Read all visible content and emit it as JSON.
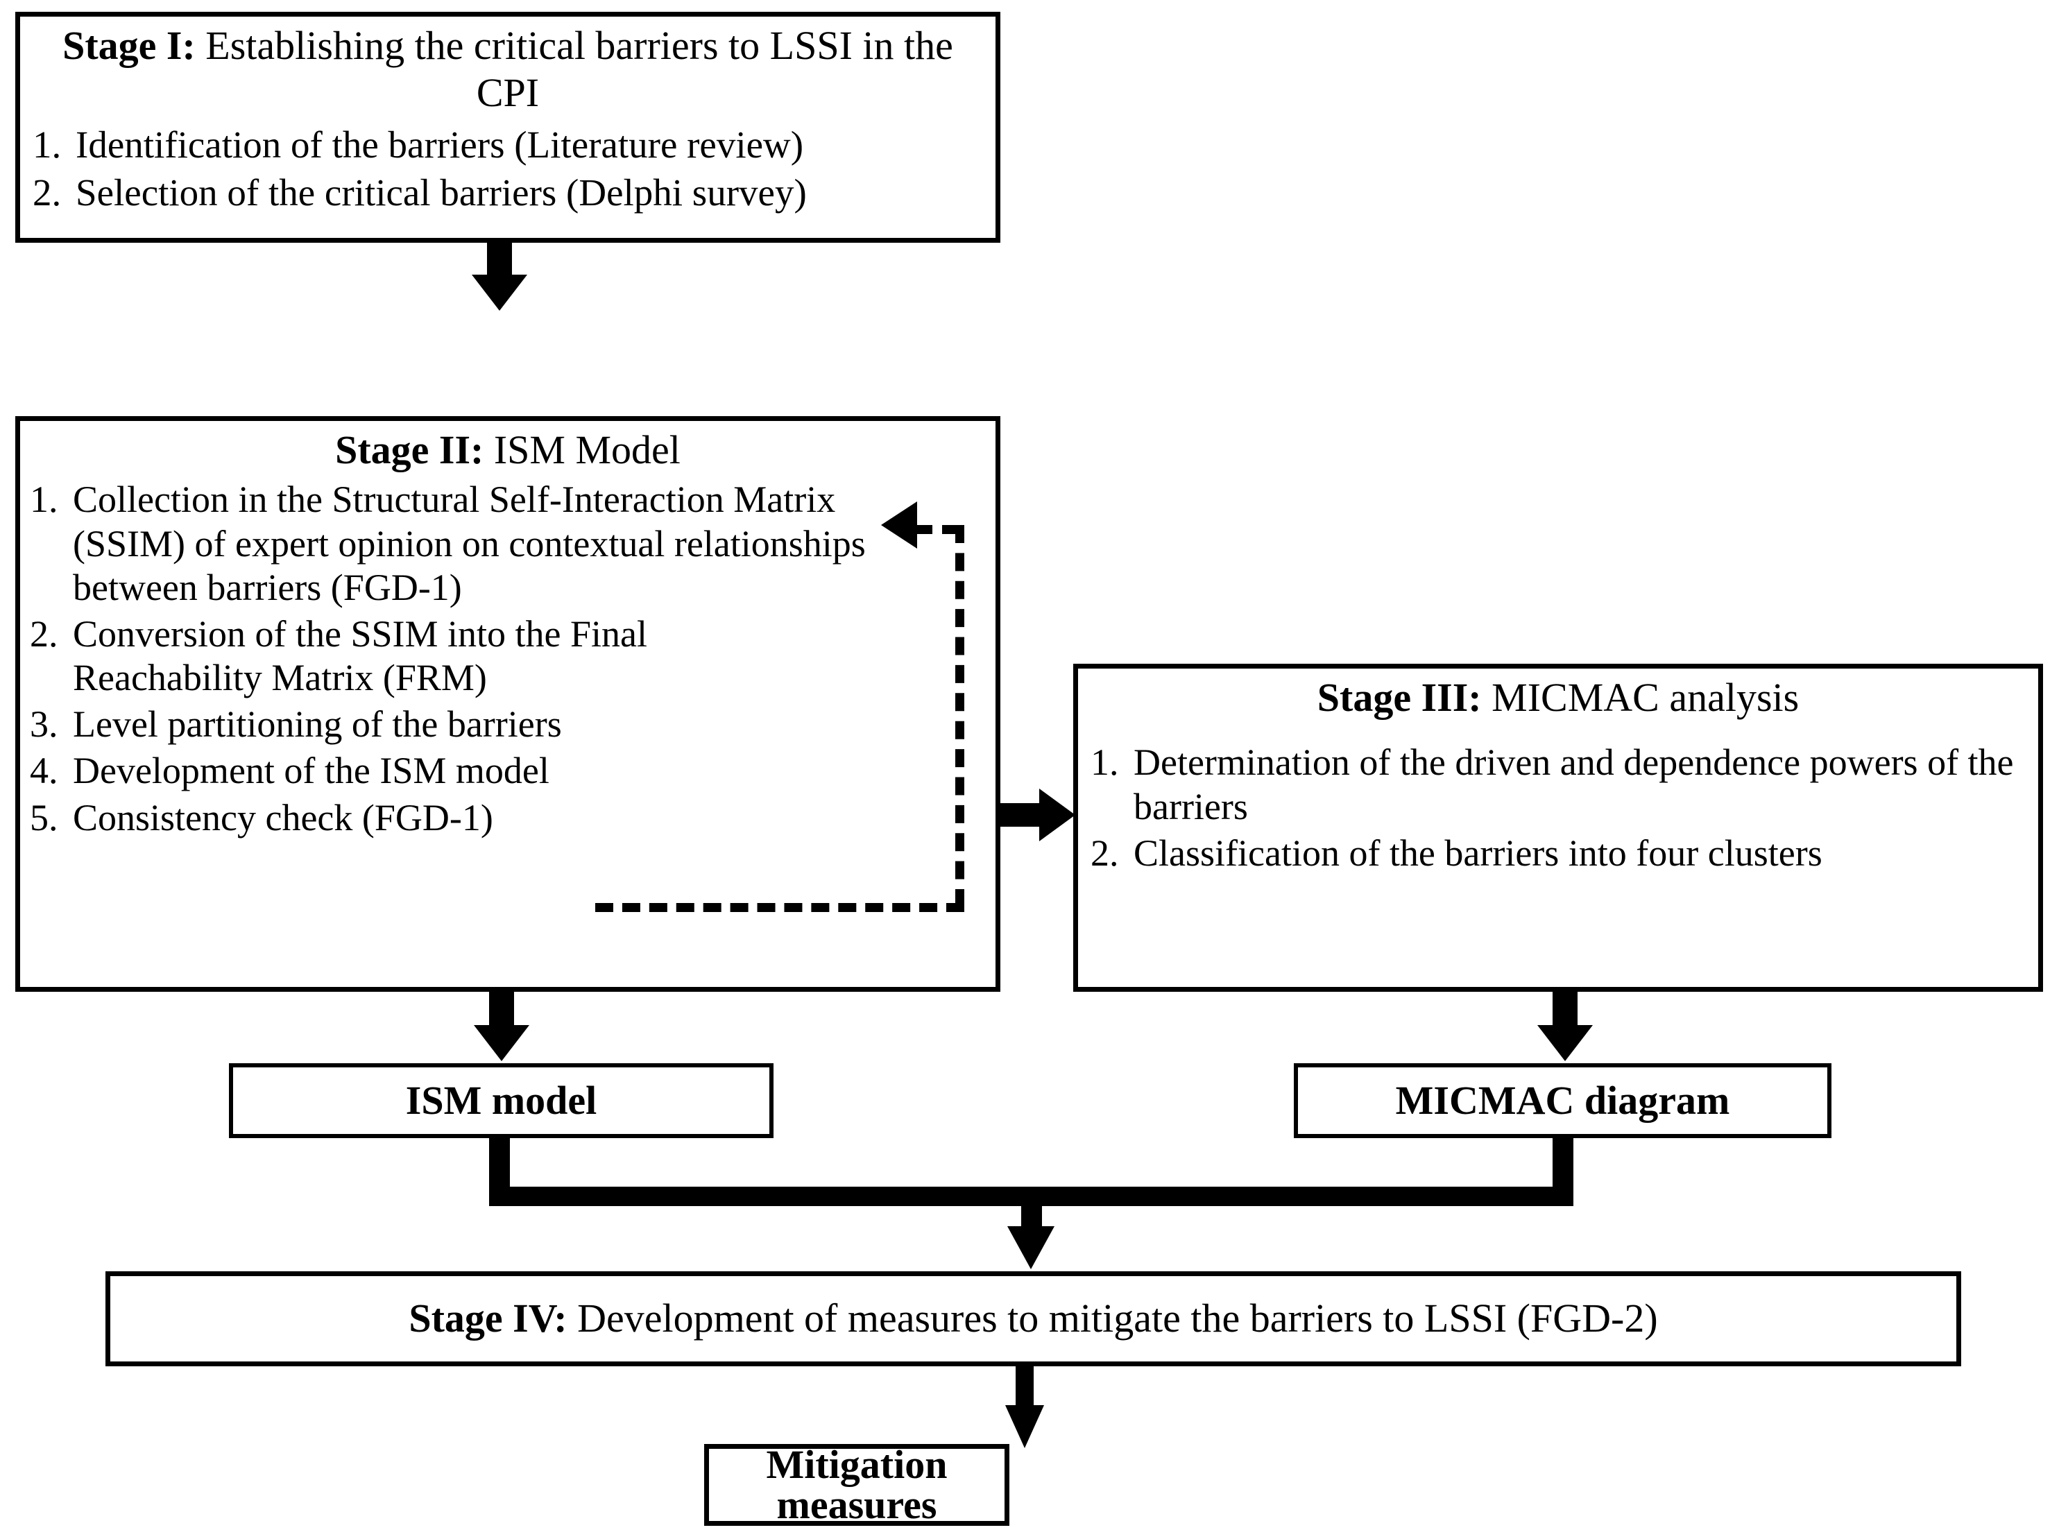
{
  "diagram": {
    "title": "Research framework flowchart",
    "colors": {
      "stroke": "#000000",
      "background": "#ffffff"
    }
  },
  "stage1": {
    "title_lead": "Stage I:",
    "title_rest": " Establishing the critical  barriers to LSSI in the CPI",
    "steps": [
      {
        "num": "1.",
        "text": "Identification of the barriers (Literature review)"
      },
      {
        "num": "2.",
        "text": "Selection of the critical barriers (Delphi survey)"
      }
    ]
  },
  "stage2": {
    "title_lead": "Stage II:",
    "title_rest": " ISM Model",
    "steps": [
      {
        "num": "1.",
        "text": "Collection in the Structural Self-Interaction Matrix (SSIM) of expert opinion on contextual relationships between barriers (FGD-1)"
      },
      {
        "num": "2.",
        "text": "Conversion of the SSIM into the Final Reachability Matrix (FRM)"
      },
      {
        "num": "3.",
        "text": "Level partitioning of the barriers"
      },
      {
        "num": "4.",
        "text": "Development of the ISM model"
      },
      {
        "num": "5.",
        "text": "Consistency check (FGD-1)"
      }
    ]
  },
  "stage3": {
    "title_lead": "Stage III:",
    "title_rest": " MICMAC analysis",
    "steps": [
      {
        "num": "1.",
        "text": "Determination of the driven and dependence powers of the barriers"
      },
      {
        "num": "2.",
        "text": "Classification of the barriers into four clusters"
      }
    ]
  },
  "outputs": {
    "ism_model": "ISM model",
    "micmac_diagram": "MICMAC diagram"
  },
  "stage4": {
    "title_lead": "Stage IV:",
    "title_rest": " Development of measures to mitigate the barriers to LSSI (FGD-2)"
  },
  "final": {
    "mitigation_measures": "Mitigation measures"
  },
  "connectors": {
    "stage1_to_stage2": "arrow-down",
    "stage2_to_stage3": "arrow-right",
    "stage2_to_ism": "arrow-down",
    "stage3_to_micmac": "arrow-down",
    "ism_and_micmac_to_stage4": "merge-arrow-down",
    "stage4_to_mitigation": "arrow-down",
    "stage2_feedback_loop": "dashed-arrow-left"
  }
}
